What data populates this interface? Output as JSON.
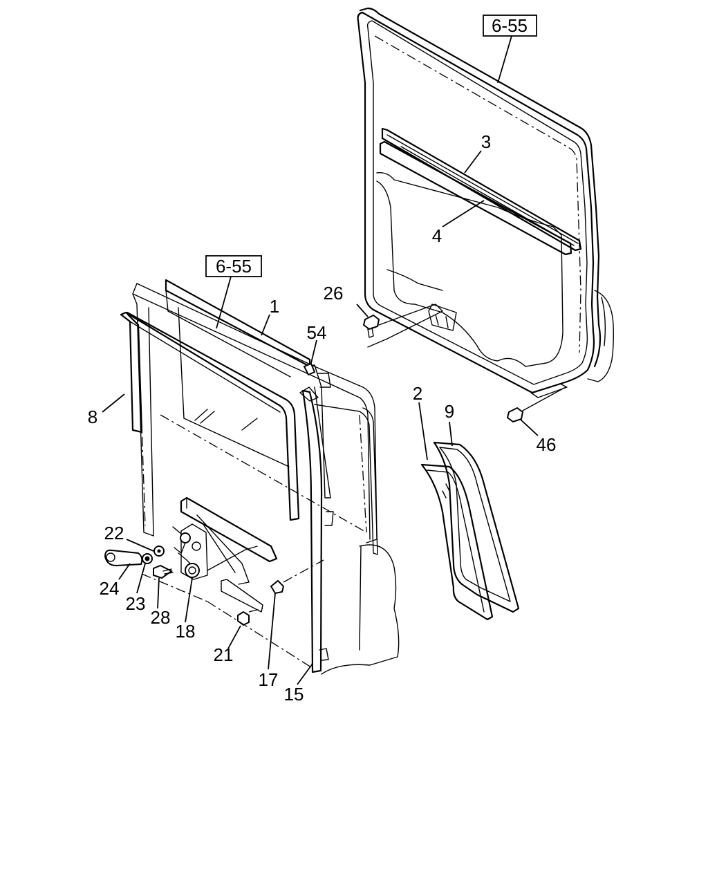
{
  "callouts": {
    "c1": "1",
    "c2": "2",
    "c3": "3",
    "c4": "4",
    "c8": "8",
    "c9": "9",
    "c15": "15",
    "c17": "17",
    "c18": "18",
    "c21": "21",
    "c22": "22",
    "c23": "23",
    "c24": "24",
    "c26": "26",
    "c28": "28",
    "c46": "46",
    "c54": "54"
  },
  "references": {
    "ref_top": "6-55",
    "ref_mid": "6-55"
  }
}
